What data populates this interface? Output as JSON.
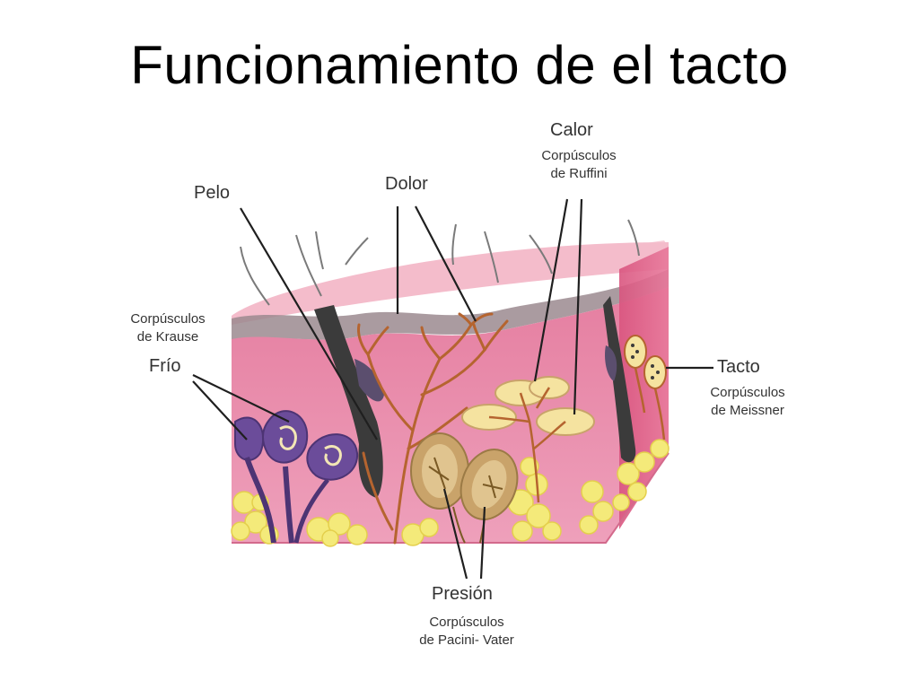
{
  "slide": {
    "title": "Funcionamiento de el tacto"
  },
  "labels": {
    "pelo": "Pelo",
    "dolor": "Dolor",
    "calor": "Calor",
    "calor_sub_1": "Corpúsculos",
    "calor_sub_2": "de Ruffini",
    "krause_sub_1": "Corpúsculos",
    "krause_sub_2": "de Krause",
    "frio": "Frío",
    "tacto": "Tacto",
    "tacto_sub_1": "Corpúsculos",
    "tacto_sub_2": "de Meissner",
    "presion": "Presión",
    "presion_sub_1": "Corpúsculos",
    "presion_sub_2": "de Pacini- Vater"
  },
  "colors": {
    "epidermis": "#f2b8c6",
    "dermis": "#e98aa8",
    "fat": "#f4ea7a",
    "krause": "#6b4c9a",
    "nerve": "#b5642f",
    "hair": "#3b3b3b",
    "ruffini": "#f5e3a0",
    "pacini": "#c9a36a"
  }
}
